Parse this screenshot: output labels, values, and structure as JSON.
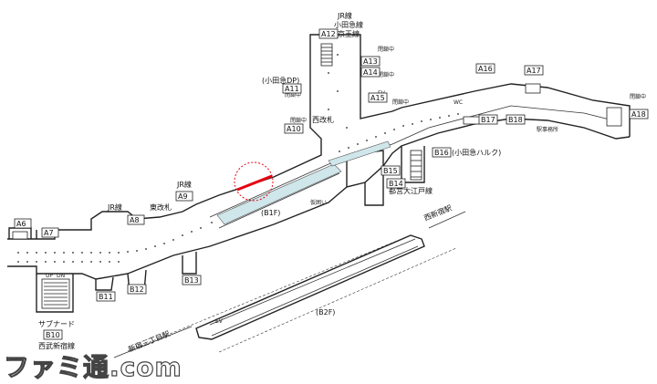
{
  "labels": {
    "jr_line_top": "JR線",
    "odakyu_line": "小田急線",
    "keio_line": "京王線",
    "odakyu_dp": "(小田急DP)",
    "nishi_kaisatsu": "西改札",
    "jr_line_mid": "JR線",
    "jr_line_left": "JR線",
    "higashi_kaisatsu": "東改札",
    "b1f": "(B1F)",
    "b2f": "(B2F)",
    "kari_kakoi": "仮囲い",
    "odakyu_halc": "(小田急ハルク)",
    "toei_oedo": "都営大江戸線",
    "nishi_shinjuku_eki": "西新宿駅",
    "shinjuku_sanchome_eki": "新宿三丁目駅",
    "subnade": "サブナード",
    "seibu_shinjuku": "西武新宿線",
    "ekijimusho": "駅事務所",
    "closed": "閉鎖中",
    "wc": "WC",
    "ev": "EV",
    "up": "UP",
    "dn": "DN"
  },
  "exits": [
    "A12",
    "A13",
    "A14",
    "A11",
    "A15",
    "A10",
    "A16",
    "A17",
    "A18",
    "B17",
    "B18",
    "B16",
    "B15",
    "B14",
    "A9",
    "A8",
    "A7",
    "A6",
    "B10",
    "B11",
    "B12",
    "B13"
  ],
  "watermark": "ファミ通.com",
  "colors": {
    "highlight_red": "#e60012",
    "hoarding_blue": "#cfe6ea",
    "circle_red": "#e60012"
  }
}
